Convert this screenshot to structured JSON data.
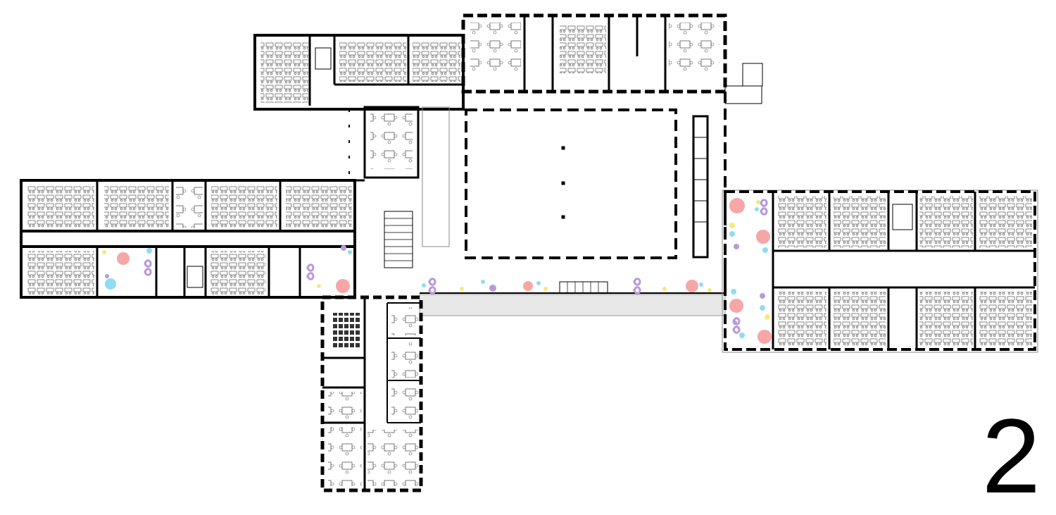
{
  "floor_label": "2",
  "colors": {
    "wall": "#000000",
    "furniture": "#555555",
    "terrace": "#e8e8e8",
    "accent_pink": "#f6a6a6",
    "accent_blue": "#8fdcf3",
    "accent_yellow": "#f3ea7c",
    "accent_purple": "#b89ad9"
  },
  "plan_parts": [
    "north-classroom-wing",
    "studio-wing",
    "atrium-hall",
    "west-wing",
    "corridor",
    "east-wing",
    "south-admin-wing",
    "stair-core"
  ]
}
